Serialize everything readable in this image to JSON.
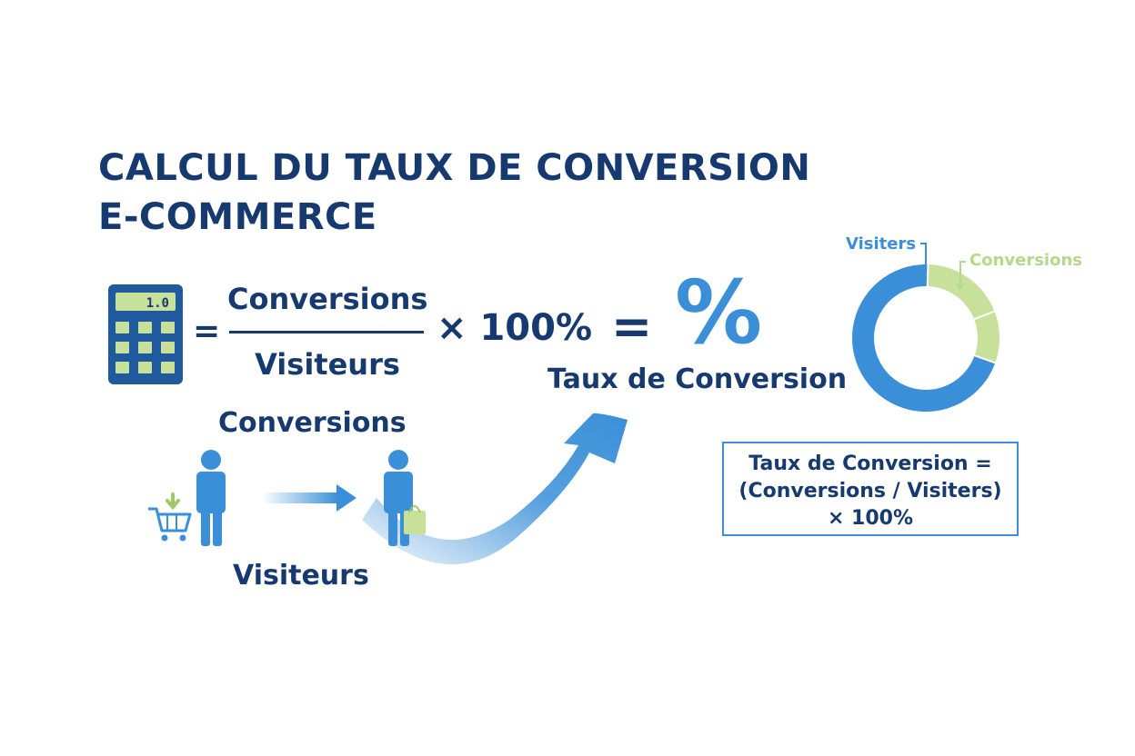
{
  "title": {
    "line1": "CALCUL DU TAUX DE CONVERSION",
    "line2": "E-COMMERCE"
  },
  "formula": {
    "equals": "=",
    "numerator": "Conversions",
    "denominator": "Visiteurs",
    "multiplier": "× 100%",
    "equals_result": "=",
    "result_symbol": "%",
    "result_label": "Taux de Conversion"
  },
  "calculator": {
    "display": "1.0"
  },
  "flow": {
    "top_label": "Conversions",
    "bottom_label": "Visiteurs"
  },
  "donut": {
    "legend_visitors": "Visiters",
    "legend_conversions": "Conversions",
    "conversions_fraction": 0.3,
    "visitors_color": "#3a8fd8",
    "conversions_color": "#c7e09a"
  },
  "formula_box": {
    "line1": "Taux de Conversion =",
    "line2": "(Conversions / Visiters)",
    "line3": "× 100%"
  },
  "colors": {
    "navy": "#163a70",
    "blue": "#3a8fd8",
    "green": "#c7e09a"
  }
}
